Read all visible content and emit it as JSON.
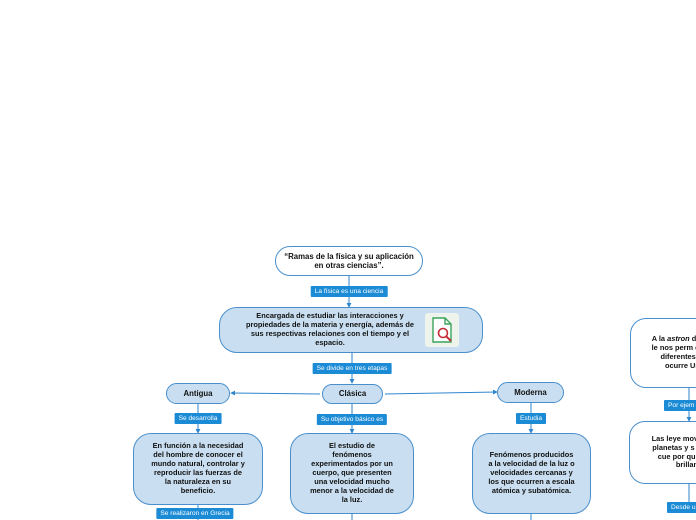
{
  "nodes": {
    "root": "“Ramas de la física y su aplicación en otras ciencias”.",
    "definition": "Encargada de estudiar las interacciones y propiedades de la materia y energía, además de sus respectivas relaciones con el tiempo y el espacio.",
    "antigua": "Antigua",
    "clasica": "Clásica",
    "moderna": "Moderna",
    "antigua_desc": "En función a la necesidad del hombre de conocer el mundo natural, controlar y reproducir las fuerzas de la naturaleza en su beneficio.",
    "clasica_desc": "El estudio de fenómenos experimentados por un cuerpo, que presenten una velocidad mucho menor a la velocidad de la luz.",
    "moderna_desc": "Fenómenos producidos a la velocidad de la luz o velocidades cercanas y los que ocurren a escala atómica y subatómica.",
    "astro_prefix": "A la",
    "astro_word": "astron",
    "astro_rest": "dando las le nos perm entender diferentes p que ocurre Univer",
    "laws": "Las leye movimiento planetas y s (y otros cue por qué las e brillan,"
  },
  "labels": {
    "fisica_es": "La física es una ciencia",
    "divide": "Se divide en tres etapas",
    "desarrolla": "Se desarrolla",
    "objetivo": "Su objetivo básico es",
    "estudia": "Estudia",
    "grecia": "Se realizaron en Grecia",
    "por_ejemplo": "Por ejem",
    "desde": "Desde u"
  },
  "icon": "document-search-icon",
  "colors": {
    "node_fill": "#c9dff1",
    "node_border": "#4a8fcc",
    "label_fill": "#1b8bd6",
    "connector": "#2e86cf"
  }
}
